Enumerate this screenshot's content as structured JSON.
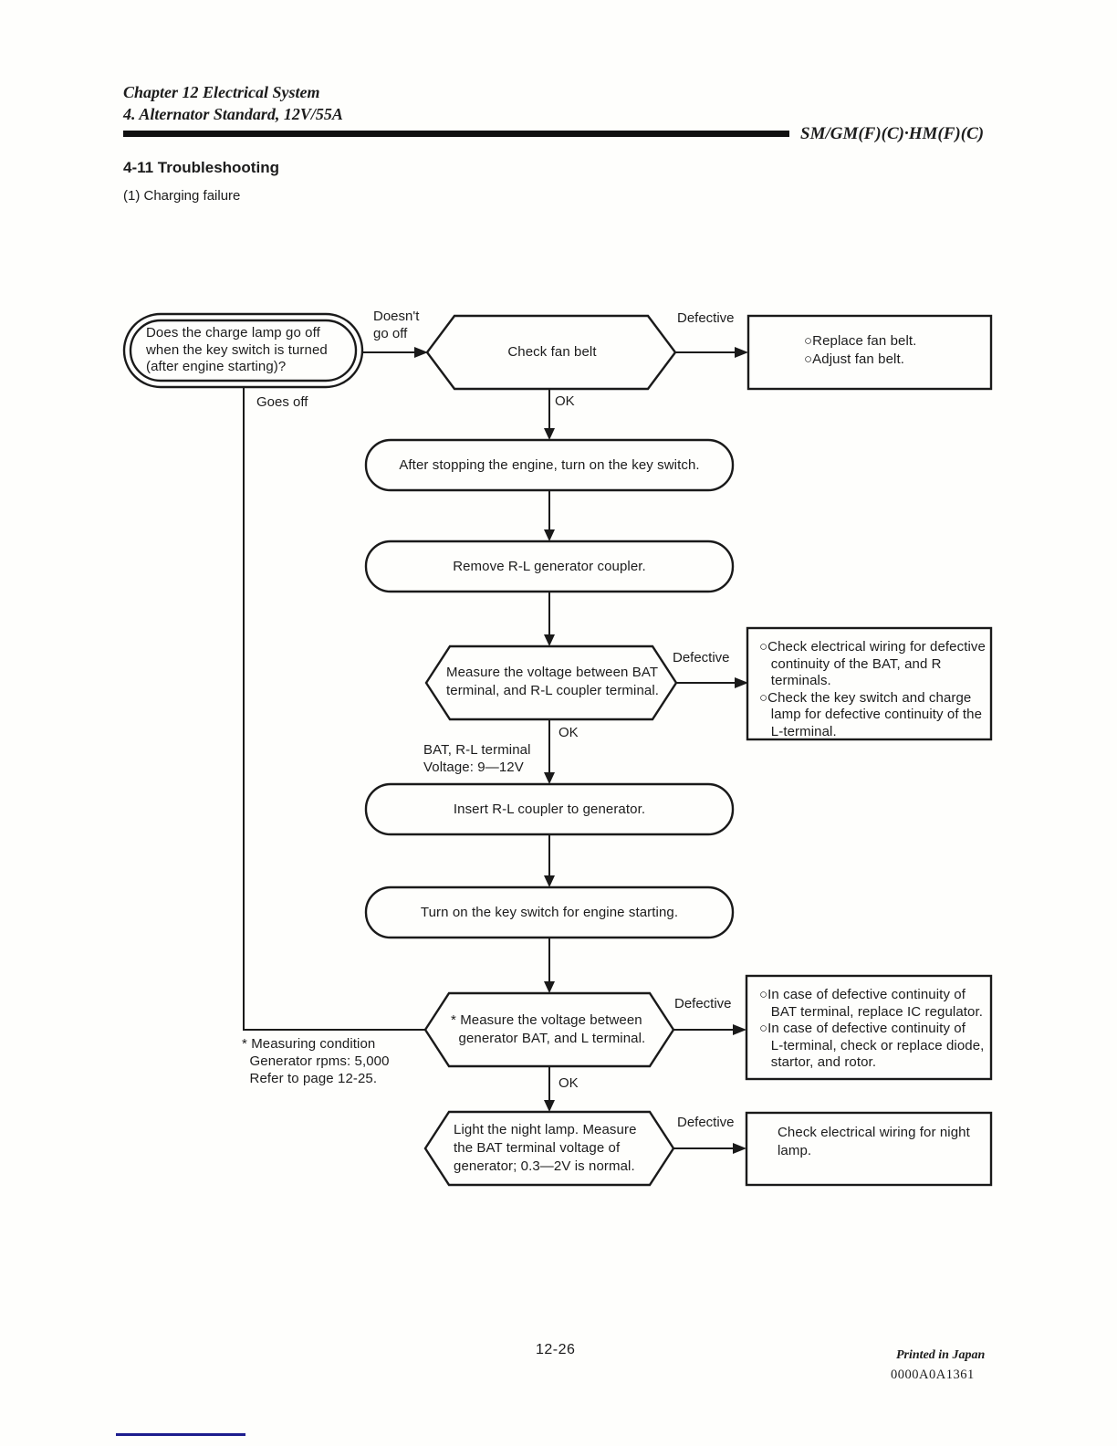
{
  "header": {
    "chapter_line": "Chapter 12 Electrical System",
    "section_line": "4. Alternator Standard, 12V/55A",
    "model_code": "SM/GM(F)(C)·HM(F)(C)",
    "section_title": "4-11 Troubleshooting",
    "subsection": "(1) Charging failure"
  },
  "flowchart": {
    "start_question": "Does the charge lamp go off\nwhen the key switch is turned\n(after engine starting)?",
    "label_doesnt_go_off": "Doesn't\ngo off",
    "label_goes_off": "Goes off",
    "label_defective": "Defective",
    "label_ok": "OK",
    "decision_fan_belt": "Check fan belt",
    "action_fan_belt": "○Replace fan belt.\n○Adjust fan belt.",
    "step_stop_engine": "After stopping the engine, turn on the key switch.",
    "step_remove_coupler": "Remove R-L generator coupler.",
    "decision_bat_rl": "Measure the voltage between BAT\nterminal, and R-L coupler terminal.",
    "action_bat_rl": "○Check electrical wiring for defective\n   continuity of the BAT, and R\n   terminals.\n○Check the key switch and charge\n   lamp for defective continuity of the\n   L-terminal.",
    "note_bat_voltage": "BAT, R-L terminal\nVoltage: 9—12V",
    "step_insert_coupler": "Insert R-L coupler to generator.",
    "step_turn_key": "Turn on the key switch for engine starting.",
    "decision_gen_bat": "* Measure the voltage between\n  generator BAT, and L terminal.",
    "note_measuring_condition": "* Measuring condition\n  Generator rpms: 5,000\n  Refer to page 12-25.",
    "action_gen_bat": "○In case of defective continuity of\n   BAT terminal, replace IC regulator.\n○In case of defective continuity of\n   L-terminal, check or replace diode,\n   startor, and rotor.",
    "decision_night_lamp": "Light the night lamp. Measure\nthe BAT terminal voltage of\ngenerator; 0.3—2V is normal.",
    "action_night_lamp": "Check electrical wiring for night\nlamp."
  },
  "footer": {
    "page_number": "12-26",
    "printed_in": "Printed in Japan",
    "doc_code": "0000A0A1361"
  },
  "colors": {
    "ink": "#1c1c1c",
    "accent_blue": "#1d1d8e"
  }
}
